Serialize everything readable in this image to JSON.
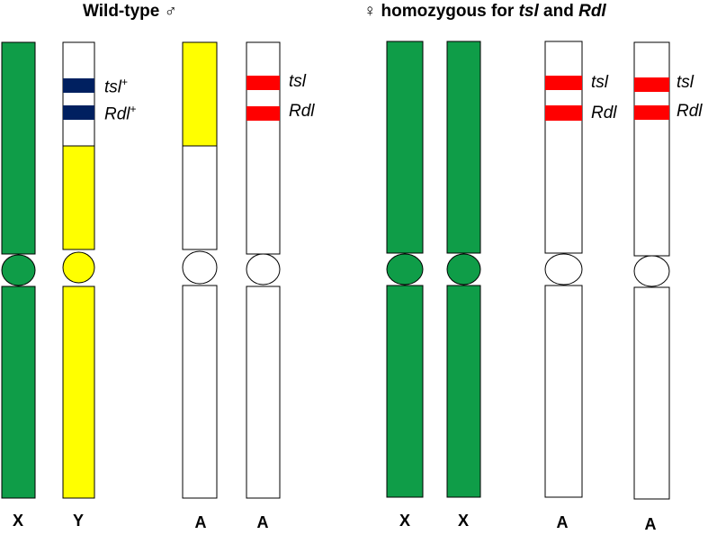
{
  "titles": {
    "left": "Wild-type ♂",
    "right_prefix": "♀ homozygous for ",
    "right_gene1": "tsl",
    "right_and": " and ",
    "right_gene2": "Rdl"
  },
  "chromosome_labels": {
    "x1": "X",
    "y": "Y",
    "a1": "A",
    "a2": "A",
    "x2": "X",
    "x3": "X",
    "a3": "A",
    "a4": "A"
  },
  "gene_labels": {
    "male_y_tsl": "tsl",
    "male_y_tsl_sup": "+",
    "male_y_rdl": "Rdl",
    "male_y_rdl_sup": "+",
    "male_a_tsl": "tsl",
    "male_a_rdl": "Rdl",
    "female_a1_tsl": "tsl",
    "female_a1_rdl": "Rdl",
    "female_a2_tsl": "tsl",
    "female_a2_rdl": "Rdl"
  },
  "colors": {
    "x_chromosome": "#0f9d48",
    "y_chromosome": "#ffff00",
    "wildtype_band": "#002060",
    "mutant_band": "#ff0000",
    "outline": "#000000",
    "blank": "#ffffff"
  }
}
